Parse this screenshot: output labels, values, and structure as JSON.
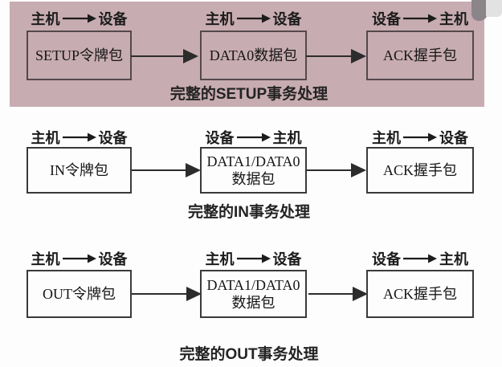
{
  "diagram": {
    "rows": [
      {
        "caption": "完整的SETUP事务处理",
        "highlighted": true,
        "units": [
          {
            "from": "主机",
            "to": "设备",
            "box": "SETUP令牌包"
          },
          {
            "from": "主机",
            "to": "设备",
            "box": "DATA0数据包"
          },
          {
            "from": "设备",
            "to": "主机",
            "box": "ACK握手包"
          }
        ]
      },
      {
        "caption": "完整的IN事务处理",
        "highlighted": false,
        "units": [
          {
            "from": "主机",
            "to": "设备",
            "box": "IN令牌包"
          },
          {
            "from": "设备",
            "to": "主机",
            "box": "DATA1/DATA0\n数据包"
          },
          {
            "from": "主机",
            "to": "设备",
            "box": "ACK握手包"
          }
        ]
      },
      {
        "caption": "完整的OUT事务处理",
        "highlighted": false,
        "units": [
          {
            "from": "主机",
            "to": "设备",
            "box": "OUT令牌包"
          },
          {
            "from": "主机",
            "to": "设备",
            "box": "DATA1/DATA0\n数据包"
          },
          {
            "from": "设备",
            "to": "主机",
            "box": "ACK握手包"
          }
        ]
      }
    ],
    "colors": {
      "highlight_band": "#c7acb1",
      "highlight_box_border": "#54484c",
      "box_border": "#3a3a3a",
      "arrow": "#2c2c2c",
      "text": "#1c1c1c"
    }
  }
}
